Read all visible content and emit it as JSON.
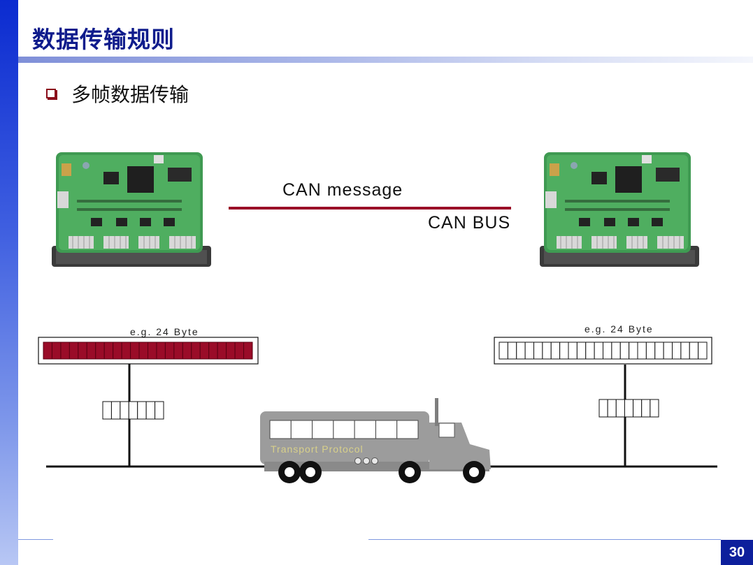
{
  "slide": {
    "title": "数据传输规则",
    "bullet": "多帧数据传输",
    "page_number": "30"
  },
  "diagram": {
    "can_message_label": "CAN message",
    "can_bus_label": "CAN BUS",
    "left_buffer_label": "e.g. 24 Byte",
    "right_buffer_label": "e.g. 24 Byte",
    "truck_label": "Transport Protocol",
    "left_buffer_bytes": 24,
    "right_buffer_bytes": 24,
    "left_packet_bytes": 7,
    "right_packet_bytes": 7,
    "truck_bytes": 7
  },
  "colors": {
    "title": "#0f1c8c",
    "accent_red": "#9a0c28",
    "truck_gray": "#9c9c9c",
    "truck_label": "#d8d08a",
    "page_box": "#0d1f9c"
  }
}
